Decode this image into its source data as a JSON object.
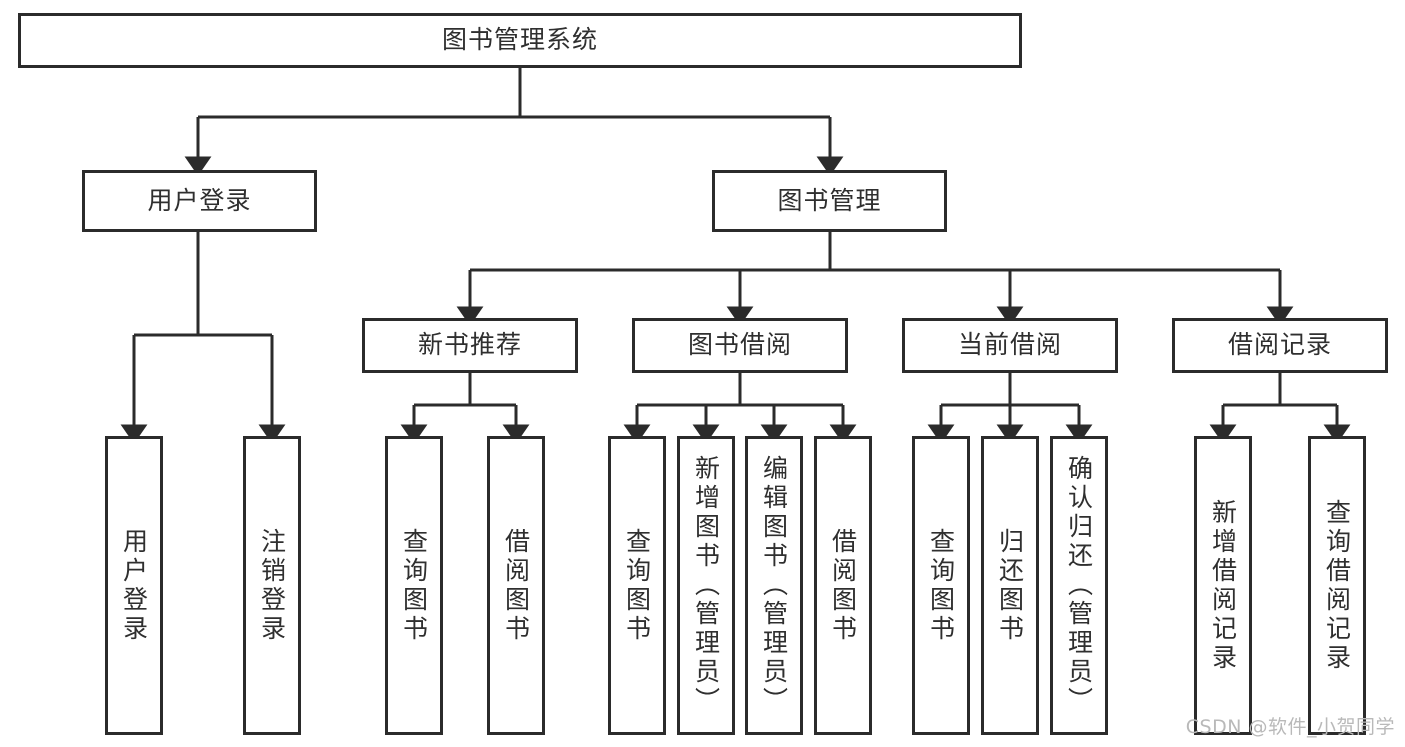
{
  "diagram": {
    "title": "图书管理系统",
    "type": "hierarchy-tree",
    "colors": {
      "stroke": "#2b2b2b",
      "fill": "#ffffff",
      "text": "#2f2f2f",
      "watermark": "#b9b9b9"
    },
    "root": {
      "label": "图书管理系统"
    },
    "level2": [
      {
        "label": "用户登录"
      },
      {
        "label": "图书管理"
      }
    ],
    "level3": [
      {
        "label": "新书推荐"
      },
      {
        "label": "图书借阅"
      },
      {
        "label": "当前借阅"
      },
      {
        "label": "借阅记录"
      }
    ],
    "leaves": {
      "user_login": [
        {
          "label": "用户登录"
        },
        {
          "label": "注销登录"
        }
      ],
      "new_book_recommend": [
        {
          "label": "查询图书"
        },
        {
          "label": "借阅图书"
        }
      ],
      "book_borrow": [
        {
          "label": "查询图书"
        },
        {
          "label": "新增图书（管理员）"
        },
        {
          "label": "编辑图书（管理员）"
        },
        {
          "label": "借阅图书"
        }
      ],
      "current_borrow": [
        {
          "label": "查询图书"
        },
        {
          "label": "归还图书"
        },
        {
          "label": "确认归还（管理员）"
        }
      ],
      "borrow_record": [
        {
          "label": "新增借阅记录"
        },
        {
          "label": "查询借阅记录"
        }
      ]
    },
    "watermark": "CSDN @软件_小贺同学"
  }
}
